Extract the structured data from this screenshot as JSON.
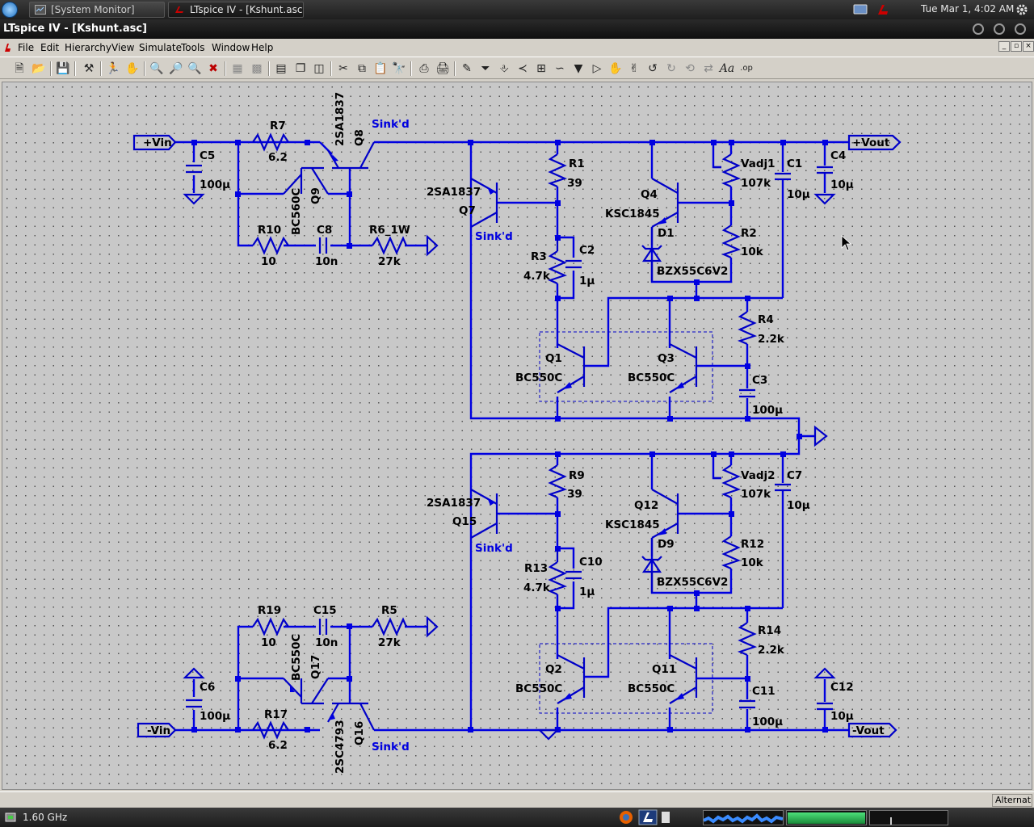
{
  "top_panel": {
    "tasks": [
      {
        "label": "[System Monitor]",
        "active": false
      },
      {
        "label": "LTspice IV - [Kshunt.asc]",
        "active": true
      }
    ],
    "clock": "Tue Mar 1,  4:02 AM"
  },
  "window": {
    "title": "LTspice IV - [Kshunt.asc]"
  },
  "menu": [
    "File",
    "Edit",
    "Hierarchy",
    "View",
    "Simulate",
    "Tools",
    "Window",
    "Help"
  ],
  "toolbar_icons": [
    "new-schematic-icon",
    "open-icon",
    "save-icon",
    "control-panel-icon",
    "run-icon",
    "halt-icon",
    "zoom-in-icon",
    "zoom-fit-icon",
    "zoom-out-icon",
    "zoom-cancel-icon",
    "autorange-icon",
    "grid-icon",
    "tile-horizontal-icon",
    "cascade-icon",
    "tile-vertical-icon",
    "cut-icon",
    "copy-icon",
    "paste-icon",
    "find-icon",
    "print-setup-icon",
    "print-icon",
    "wire-icon",
    "ground-icon",
    "label-net-icon",
    "resistor-icon",
    "capacitor-icon",
    "inductor-icon",
    "diode-icon",
    "component-icon",
    "move-icon",
    "drag-icon",
    "undo-icon",
    "redo-icon",
    "rotate-icon",
    "mirror-icon",
    "text-icon",
    "spice-directive-icon"
  ],
  "schematic": {
    "nets": {
      "vin_pos": "+Vin",
      "vout_pos": "+Vout",
      "vin_neg": "-Vin",
      "vout_neg": "-Vout"
    },
    "sink_label": "Sink'd",
    "components": {
      "C5": {
        "ref": "C5",
        "val": "100µ"
      },
      "R7": {
        "ref": "R7",
        "val": "6.2"
      },
      "Q8": {
        "ref": "Q8",
        "val": "2SA1837"
      },
      "Q9": {
        "ref": "Q9",
        "val": "BC560C"
      },
      "R10": {
        "ref": "R10",
        "val": "10"
      },
      "C8": {
        "ref": "C8",
        "val": "10n"
      },
      "R6": {
        "ref": "R6_1W",
        "val": "27k"
      },
      "Q7": {
        "ref": "Q7",
        "val": "2SA1837"
      },
      "R1": {
        "ref": "R1",
        "val": "39"
      },
      "R3": {
        "ref": "R3",
        "val": "4.7k"
      },
      "C2": {
        "ref": "C2",
        "val": "1µ"
      },
      "Q4": {
        "ref": "Q4",
        "val": "KSC1845"
      },
      "D1": {
        "ref": "D1",
        "val": "BZX55C6V2"
      },
      "Vadj1": {
        "ref": "Vadj1",
        "val": "107k"
      },
      "R2": {
        "ref": "R2",
        "val": "10k"
      },
      "C1": {
        "ref": "C1",
        "val": "10µ"
      },
      "C4": {
        "ref": "C4",
        "val": "10µ"
      },
      "R4": {
        "ref": "R4",
        "val": "2.2k"
      },
      "C3": {
        "ref": "C3",
        "val": "100µ"
      },
      "Q1": {
        "ref": "Q1",
        "val": "BC550C"
      },
      "Q3": {
        "ref": "Q3",
        "val": "BC550C"
      },
      "R9": {
        "ref": "R9",
        "val": "39"
      },
      "Q15": {
        "ref": "Q15",
        "val": "2SA1837"
      },
      "Q12": {
        "ref": "Q12",
        "val": "KSC1845"
      },
      "D9": {
        "ref": "D9",
        "val": "BZX55C6V2"
      },
      "Vadj2": {
        "ref": "Vadj2",
        "val": "107k"
      },
      "C7": {
        "ref": "C7",
        "val": "10µ"
      },
      "R12": {
        "ref": "R12",
        "val": "10k"
      },
      "R13": {
        "ref": "R13",
        "val": "4.7k"
      },
      "C10": {
        "ref": "C10",
        "val": "1µ"
      },
      "R14": {
        "ref": "R14",
        "val": "2.2k"
      },
      "C11": {
        "ref": "C11",
        "val": "100µ"
      },
      "Q2": {
        "ref": "Q2",
        "val": "BC550C"
      },
      "Q11": {
        "ref": "Q11",
        "val": "BC550C"
      },
      "R19": {
        "ref": "R19",
        "val": "10"
      },
      "C15": {
        "ref": "C15",
        "val": "10n"
      },
      "R5": {
        "ref": "R5",
        "val": "27k"
      },
      "Q17": {
        "ref": "Q17",
        "val": "BC550C"
      },
      "C6": {
        "ref": "C6",
        "val": "100µ"
      },
      "R17": {
        "ref": "R17",
        "val": "6.2"
      },
      "Q16": {
        "ref": "Q16",
        "val": "2SC4793"
      },
      "C12": {
        "ref": "C12",
        "val": "10µ"
      }
    }
  },
  "status": {
    "right_text": "Alternat"
  },
  "bottom_panel": {
    "cpu_freq": "1.60 GHz"
  },
  "colors": {
    "wire": "#0000e0",
    "canvas": "#c8c8c8",
    "chrome": "#d4d0c8"
  }
}
